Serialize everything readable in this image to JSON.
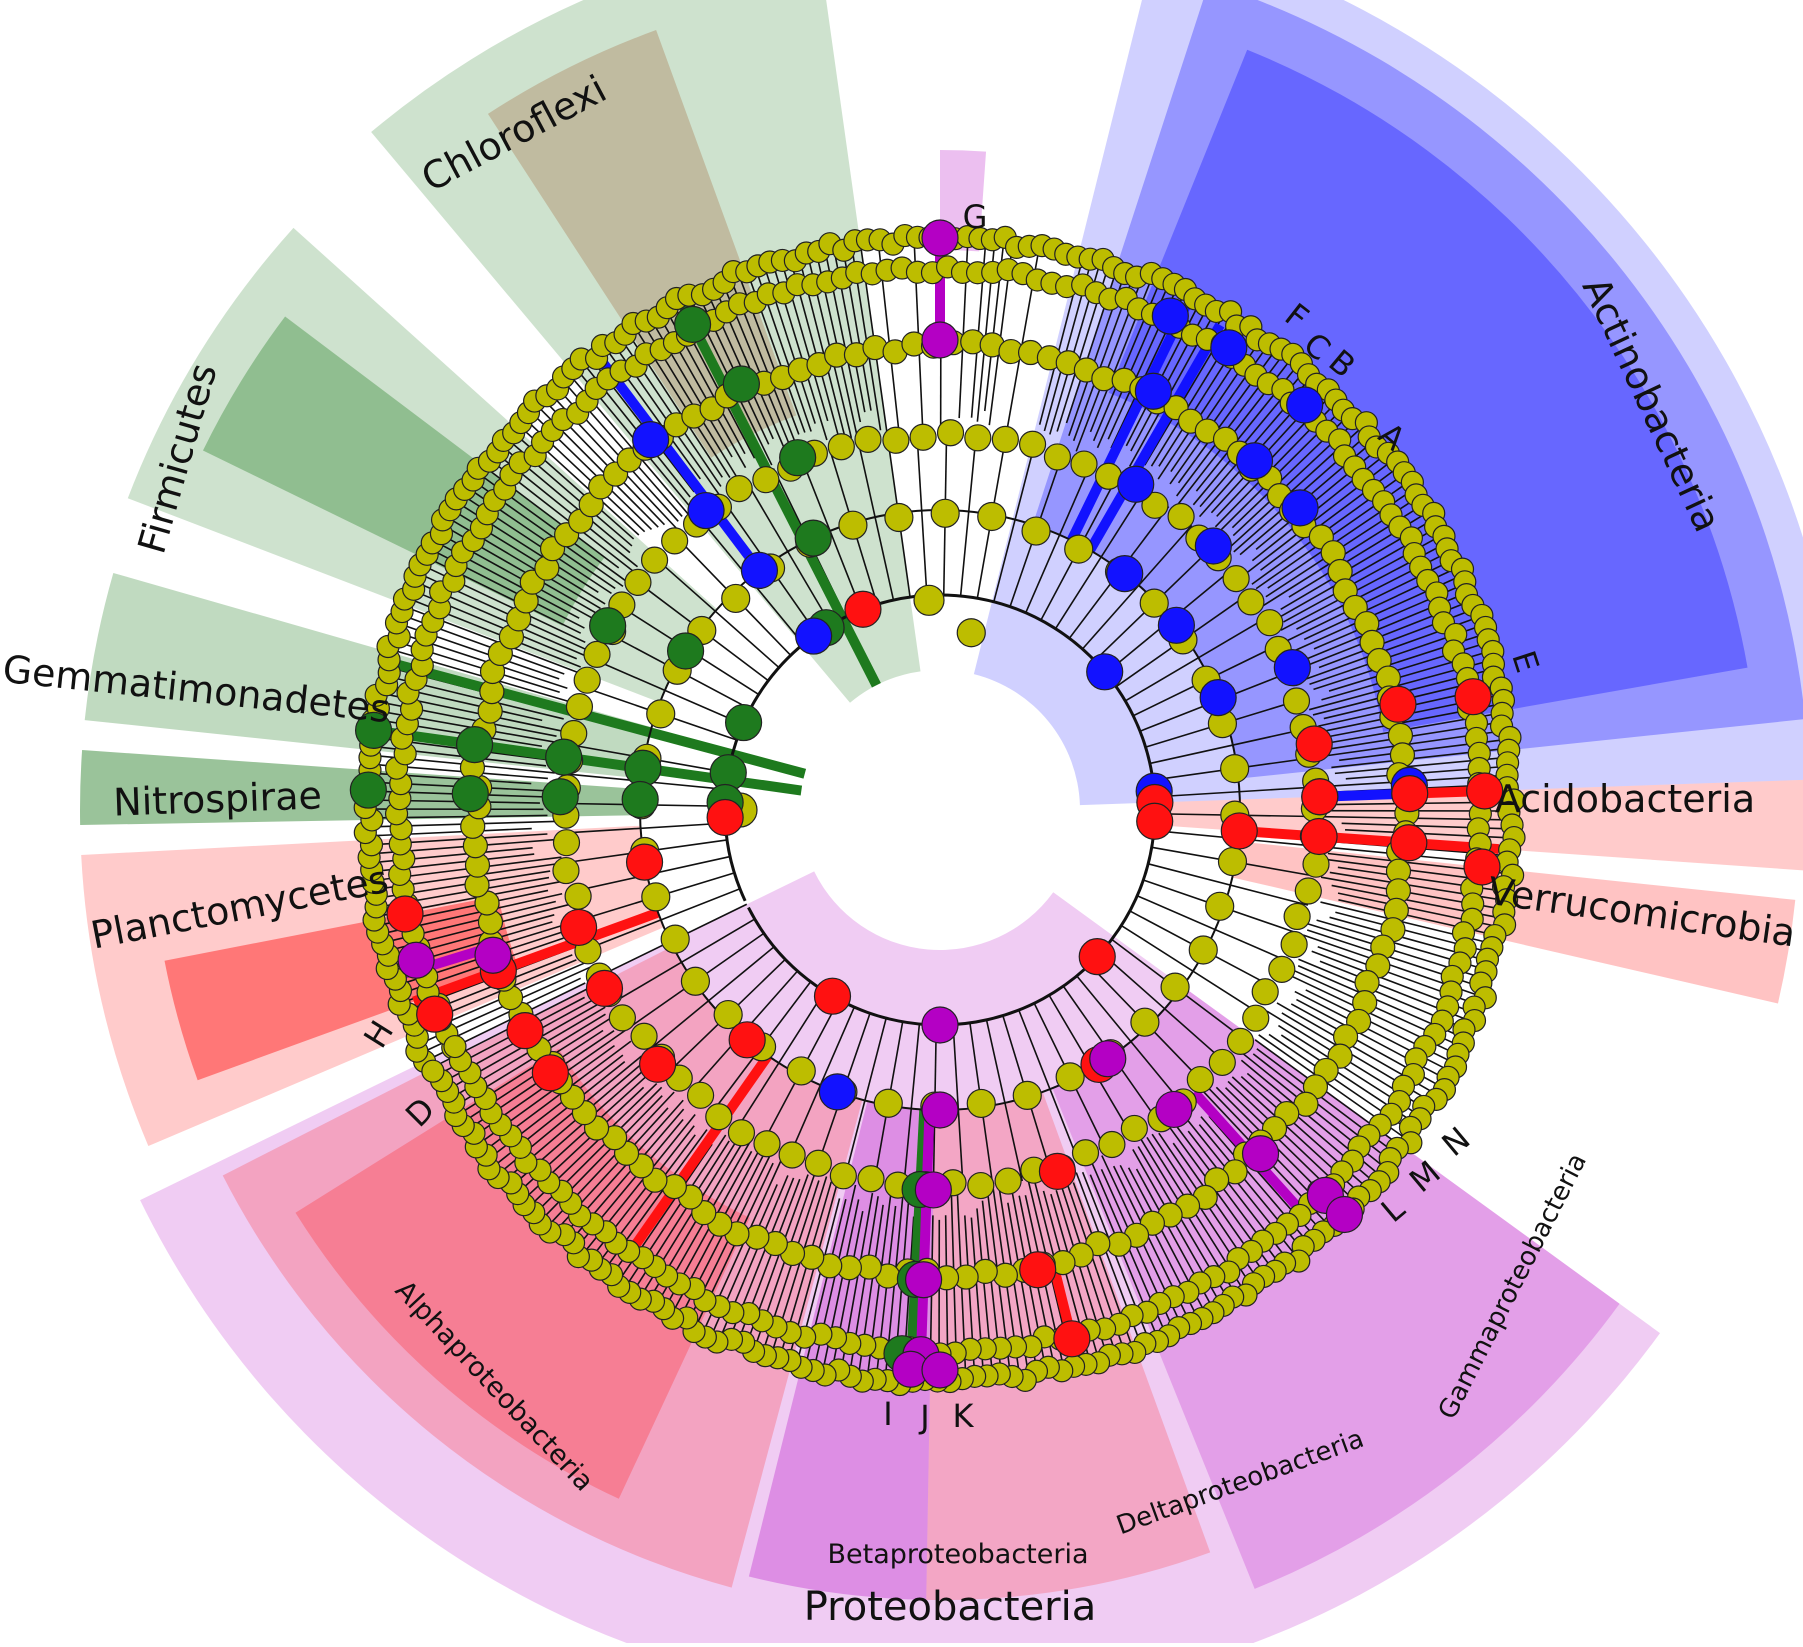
{
  "colors": {
    "green": "#1e7a1e",
    "blue": "#1212ff",
    "red": "#ff1111",
    "magenta": "#b400c4",
    "yellow_node": "#bdbd00",
    "tan": "#b59a7a"
  },
  "phyla": [
    {
      "key": "chloroflexi",
      "label": "Chloroflexi",
      "color": "green"
    },
    {
      "key": "firmicutes",
      "label": "Firmicutes",
      "color": "green"
    },
    {
      "key": "gemmatimonadetes",
      "label": "Gemmatimonadetes",
      "color": "green"
    },
    {
      "key": "nitrospirae",
      "label": "Nitrospirae",
      "color": "green"
    },
    {
      "key": "planctomycetes",
      "label": "Planctomycetes",
      "color": "red"
    },
    {
      "key": "actinobacteria",
      "label": "Actinobacteria",
      "color": "blue"
    },
    {
      "key": "acidobacteria",
      "label": "Acidobacteria",
      "color": "red"
    },
    {
      "key": "verrucomicrobia",
      "label": "Verrucomicrobia",
      "color": "red"
    },
    {
      "key": "proteobacteria",
      "label": "Proteobacteria",
      "color": "magenta"
    }
  ],
  "classes": [
    {
      "key": "alpha",
      "label": "Alphaproteobacteria",
      "color": "red"
    },
    {
      "key": "beta",
      "label": "Betaproteobacteria",
      "color": "magenta"
    },
    {
      "key": "delta",
      "label": "Deltaproteobacteria",
      "color": "red"
    },
    {
      "key": "gamma",
      "label": "Gammaproteobacteria",
      "color": "magenta"
    }
  ],
  "markers": [
    "A",
    "B",
    "C",
    "D",
    "E",
    "F",
    "G",
    "H",
    "I",
    "J",
    "K",
    "L",
    "M",
    "N"
  ]
}
